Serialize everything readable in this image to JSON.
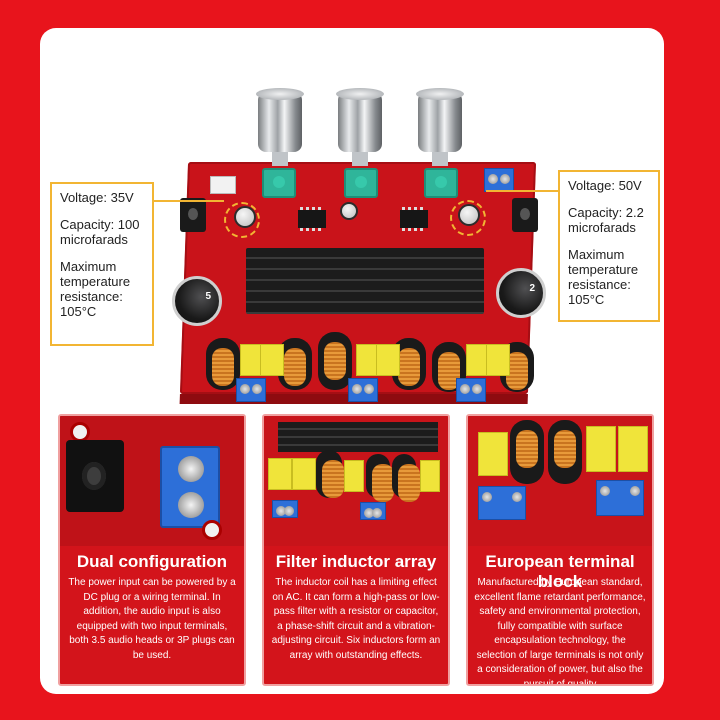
{
  "callouts": {
    "left": {
      "voltage": "Voltage: 35V",
      "capacity": "Capacity: 100 microfarads",
      "max_temp": "Maximum temperature resistance: 105°C"
    },
    "right": {
      "voltage": "Voltage: 50V",
      "capacity": "Capacity: 2.2 microfarads",
      "max_temp": "Maximum temperature resistance: 105°C"
    }
  },
  "panels": [
    {
      "title": "Dual configuration",
      "description": "The power input can be powered by a DC plug or a wiring terminal. In addition, the audio input is also equipped with two input terminals, both 3.5 audio heads or 3P plugs can be used."
    },
    {
      "title": "Filter inductor array",
      "description": "The inductor coil has a limiting effect on AC. It can form a high-pass or low-pass filter with a resistor or capacitor, a phase-shift circuit and a vibration-adjusting circuit. Six inductors form an array with outstanding effects."
    },
    {
      "title": "European terminal block",
      "description": "Manufactured by European standard, excellent flame retardant performance, safety and environmental protection, fully compatible with surface encapsulation technology, the selection of large terminals is not only a consideration of power, but also the pursuit of quality"
    }
  ],
  "colors": {
    "background": "#e8141c",
    "accent": "#f2b533",
    "pcb": "#c9131a",
    "terminal": "#2d6fd8"
  }
}
